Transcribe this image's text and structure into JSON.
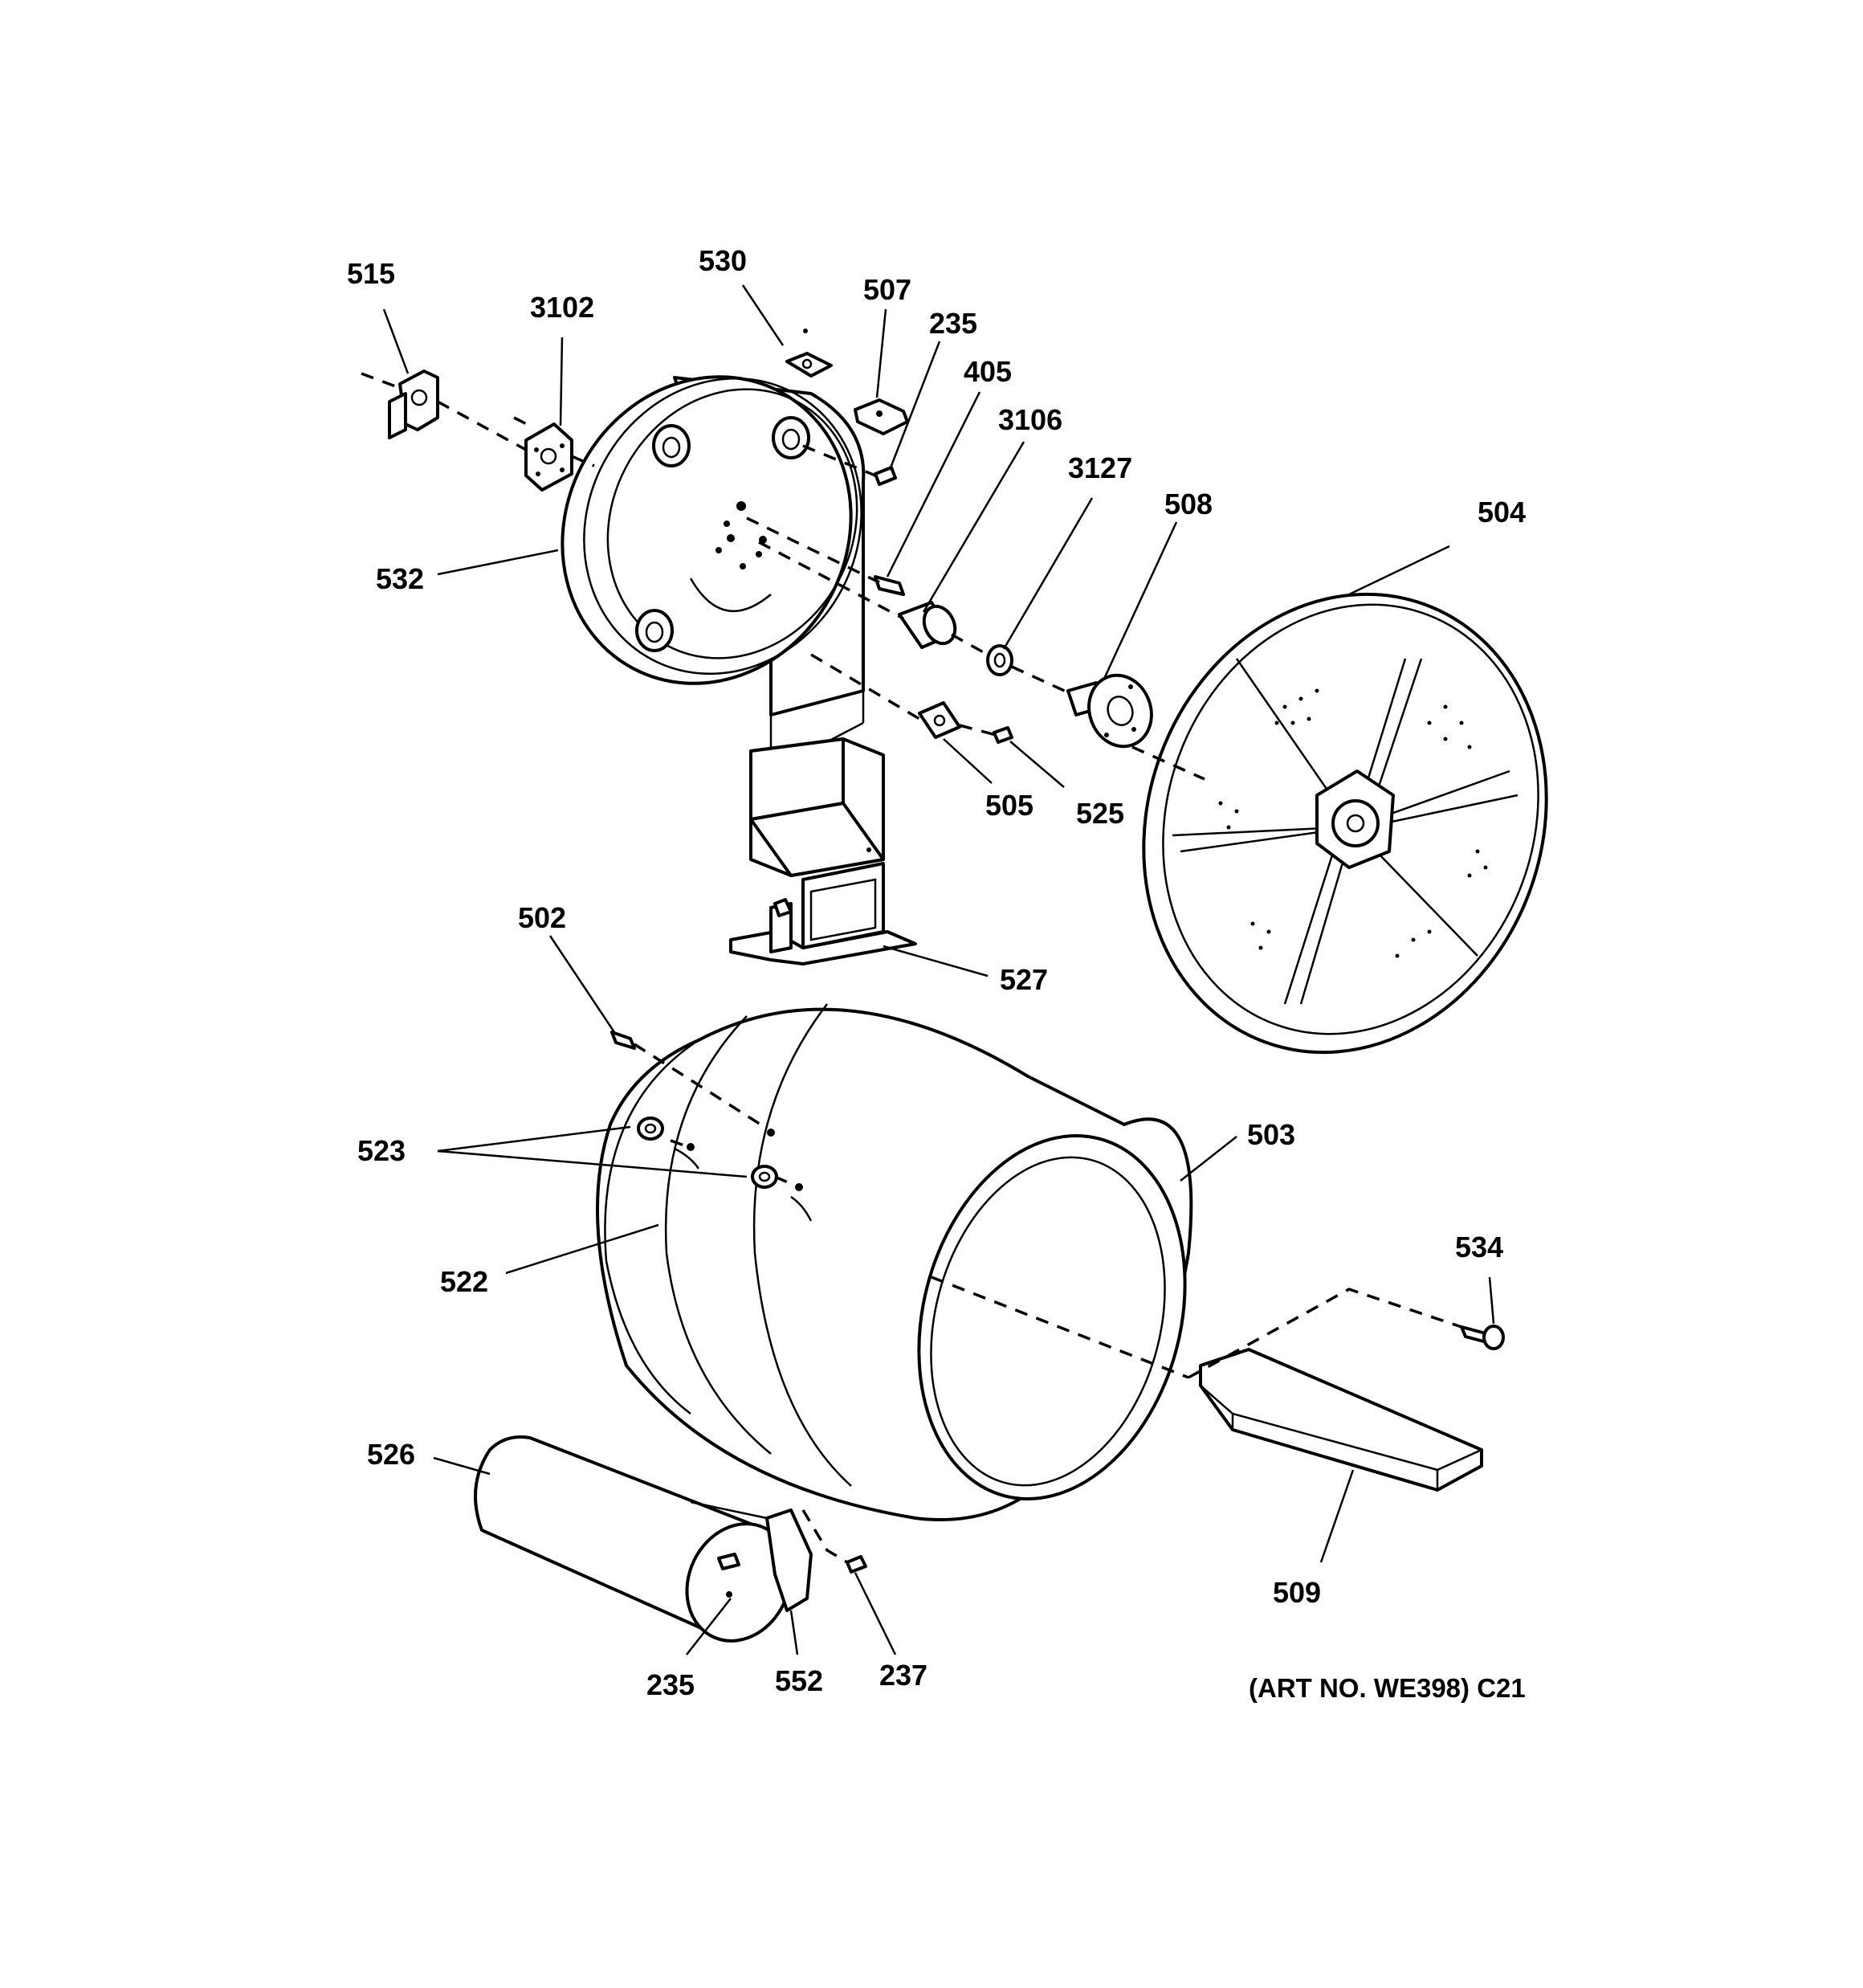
{
  "labels": {
    "l515": "515",
    "l3102": "3102",
    "l530": "530",
    "l507": "507",
    "l235_top": "235",
    "l405": "405",
    "l3106": "3106",
    "l3127": "3127",
    "l508": "508",
    "l504": "504",
    "l532": "532",
    "l505": "505",
    "l525": "525",
    "l502": "502",
    "l527": "527",
    "l523": "523",
    "l503": "503",
    "l522": "522",
    "l534": "534",
    "l526": "526",
    "l509": "509",
    "l235_bottom": "235",
    "l552": "552",
    "l237": "237"
  },
  "art_number": "(ART NO. WE398) C21"
}
